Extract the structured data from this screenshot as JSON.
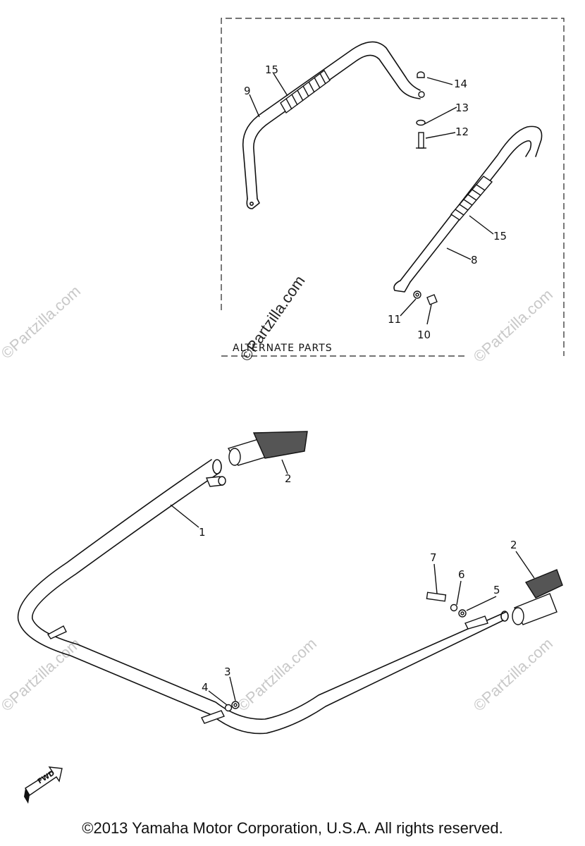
{
  "callouts": {
    "c1": "1",
    "c2a": "2",
    "c2b": "2",
    "c3": "3",
    "c4": "4",
    "c5": "5",
    "c6": "6",
    "c7": "7",
    "c8": "8",
    "c9": "9",
    "c10": "10",
    "c11": "11",
    "c12": "12",
    "c13": "13",
    "c14": "14",
    "c15a": "15",
    "c15b": "15"
  },
  "alternate_parts_label": "ALTERNATE PARTS",
  "fwd_label": "FWD",
  "watermark": "©Partzilla.com",
  "copyright": "©2013  Yamaha Motor Corporation, U.S.A. All rights reserved."
}
